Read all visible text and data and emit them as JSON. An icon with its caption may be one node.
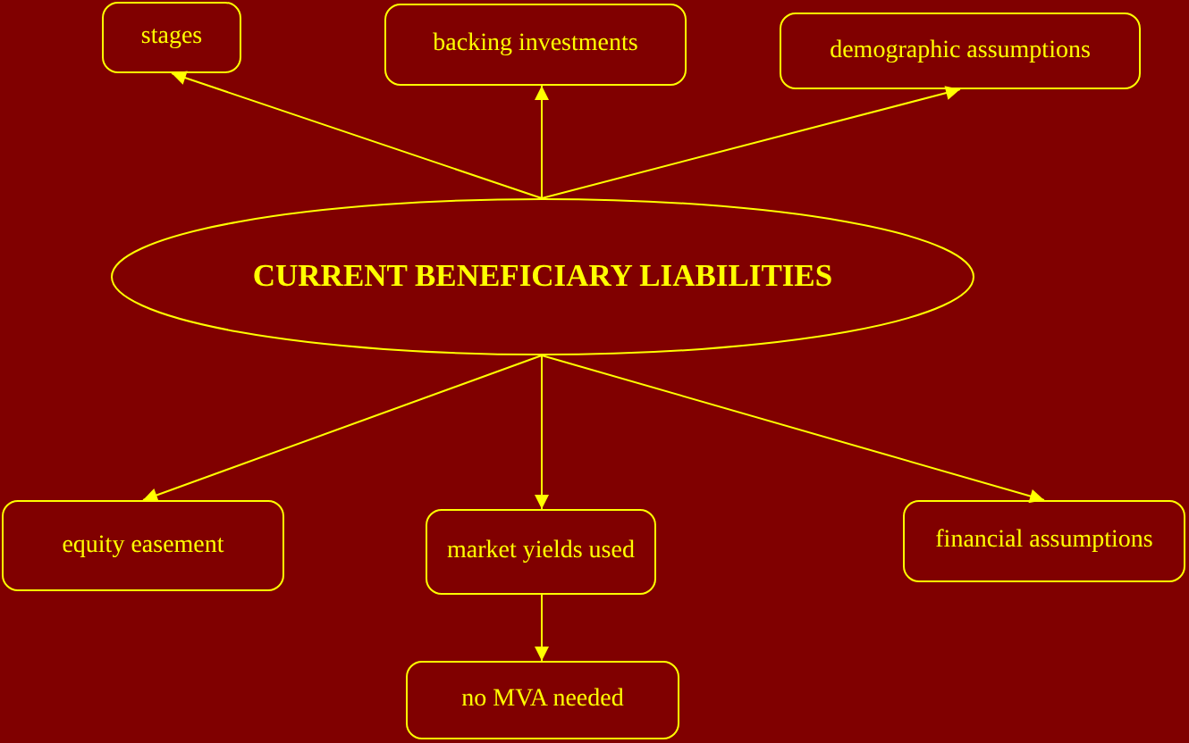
{
  "diagram": {
    "nodes": [
      {
        "text": [
          "stages"
        ]
      },
      {
        "text": [
          "backing investments"
        ]
      },
      {
        "text": [
          "demographic assumptions"
        ]
      },
      {
        "text": [
          "CURRENT BENEFICIARY LIABILITIES"
        ]
      },
      {
        "text": [
          "equity easement"
        ]
      },
      {
        "text": [
          "market yields used"
        ]
      },
      {
        "text": [
          "financial assumptions"
        ]
      },
      {
        "text": [
          "no MVA needed"
        ]
      }
    ],
    "edges": [
      {
        "from": 3,
        "to": 0,
        "arrow": "to"
      },
      {
        "from": 3,
        "to": 1,
        "arrow": "to"
      },
      {
        "from": 3,
        "to": 2,
        "arrow": "to"
      },
      {
        "from": 3,
        "to": 4,
        "arrow": "to"
      },
      {
        "from": 3,
        "to": 5,
        "arrow": "to"
      },
      {
        "from": 3,
        "to": 6,
        "arrow": "to"
      },
      {
        "from": 5,
        "to": 7,
        "arrow": "to"
      }
    ]
  }
}
